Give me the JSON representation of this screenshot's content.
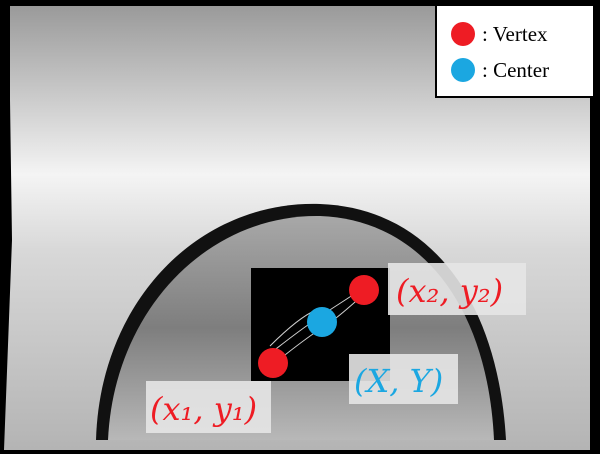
{
  "legend": {
    "vertex_label": ": Vertex",
    "center_label": ": Center",
    "vertex_color": "#ee1c24",
    "center_color": "#1ba7e1"
  },
  "labels": {
    "vertex2": "(x₂, y₂)",
    "vertex1": "(x₁, y₁)",
    "center": "(X, Y)"
  },
  "colors": {
    "frame": "#000000",
    "background_gradient_top": "#9e9e9e",
    "background_gradient_mid": "#f6f6f6",
    "background_gradient_bottom": "#b0b0b0",
    "dome": "#8a8a8a",
    "roi": "#000000",
    "label_box": "#e6e6e6"
  }
}
